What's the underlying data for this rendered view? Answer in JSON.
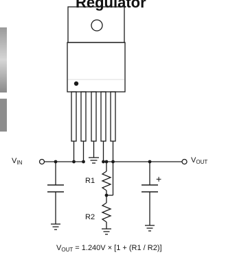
{
  "heading": "Regulator",
  "labels": {
    "vin_main": "V",
    "vin_sub": "IN",
    "vout_main": "V",
    "vout_sub": "OUT",
    "r1": "R1",
    "r2": "R2",
    "plus": "+"
  },
  "formula": {
    "lhs_main": "V",
    "lhs_sub": "OUT",
    "rhs": " = 1.240V × [1 + (R1 / R2)]"
  },
  "colors": {
    "line": "#1a1a1a",
    "photo_dark": "#6f6f6f",
    "photo_light": "#cfcfcf"
  }
}
